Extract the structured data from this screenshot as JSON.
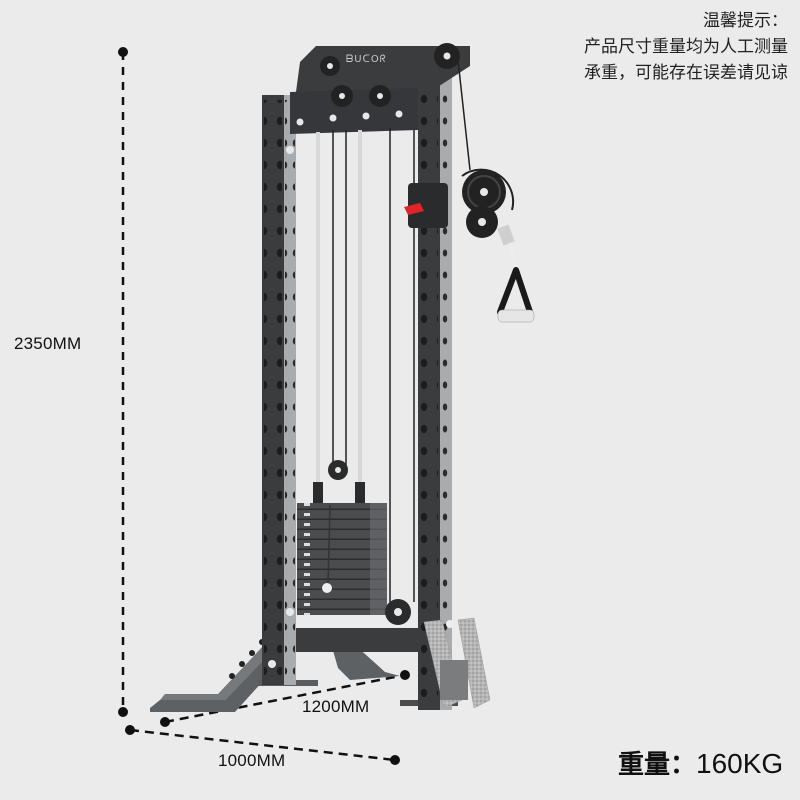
{
  "notice": {
    "title": "温馨提示：",
    "line1": "产品尺寸重量均为人工测量",
    "line2": "承重，可能存在误差请见谅"
  },
  "dimensions": {
    "height": "2350MM",
    "width": "1200MM",
    "depth": "1000MM"
  },
  "weight": {
    "label": "重量：",
    "value": "160KG"
  },
  "product": {
    "name": "cable crossover tower with weight stack",
    "brand_plate": "ᗷUᑕOᖇ",
    "colors": {
      "frame": "#3a3c3e",
      "frame_side": "#a9acae",
      "stack": "#4a4c4e",
      "accent": "#e0242a",
      "background": "#ebebeb",
      "footplate": "#b9b9b9"
    }
  }
}
